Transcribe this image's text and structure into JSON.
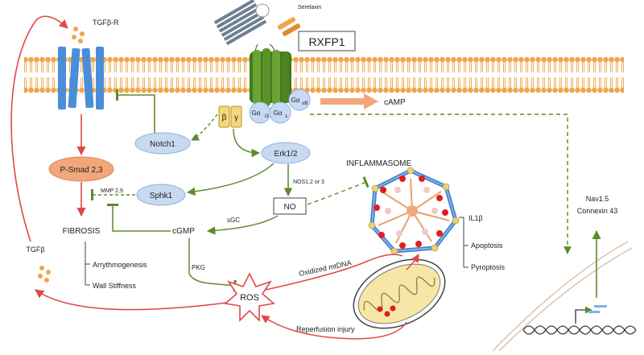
{
  "receptor": {
    "name": "RXFP1",
    "ligand": "Serelaxin"
  },
  "tgf_receptor": {
    "label": "TGFβ-R"
  },
  "g_proteins": {
    "beta": "β",
    "gamma": "γ",
    "gi3": "Gα",
    "gi3_sub": "i3",
    "gs": "Gα",
    "gs_sub": "s",
    "gob": "Gα",
    "gob_sub": "oB"
  },
  "nodes": {
    "camp": "cAMP",
    "notch1": "Notch1",
    "erk": "Erk1/2",
    "psmad": "P-Smad 2,3",
    "sphk1": "Sphk1",
    "no": "NO",
    "cgmp": "cGMP",
    "ros": "ROS",
    "fibrosis": "FIBROSIS",
    "tgfb": "TGFβ",
    "inflammasome": "INFLAMMASOME",
    "nav": "Nav1.5",
    "connexin": "Connexin 43"
  },
  "edge_labels": {
    "mmp": "MMP 2,9",
    "nos": "NOS1,2 or 3",
    "sgc": "sGC",
    "pkg": "PKG",
    "oxidized": "Oxidized mtDNA",
    "reperfusion": "Reperfusion injury"
  },
  "fibrosis_effects": [
    "Arrythmogenesis",
    "Wall Stiffness"
  ],
  "inflammasome_effects": [
    "IL1β",
    "Apoptosis",
    "Pyroptosis"
  ],
  "colors": {
    "green": "#5e8a2a",
    "red": "#e04848",
    "blue": "#4a8ed8",
    "bubble": "#c7daf1",
    "membrane": "#f0a54a",
    "orange_arrow": "#f2a679"
  }
}
